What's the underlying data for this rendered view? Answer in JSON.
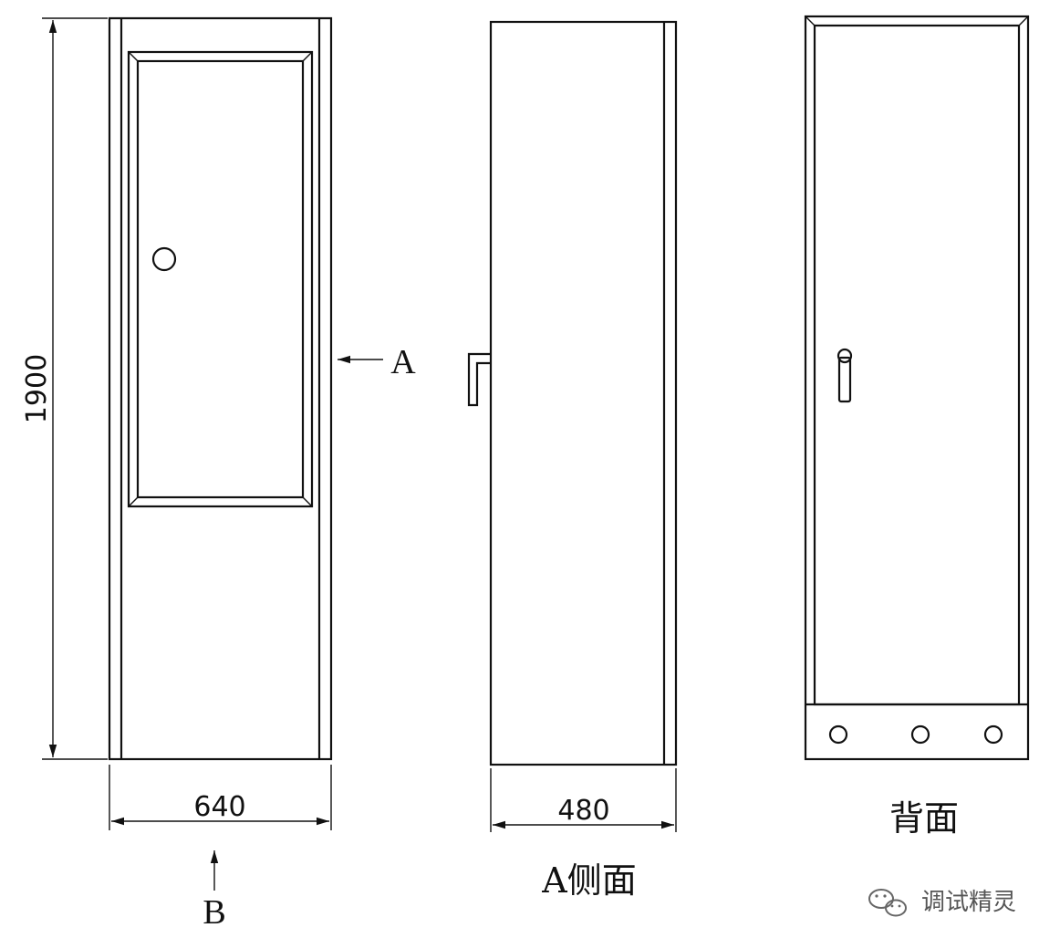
{
  "front_view": {
    "height_dim": "1900",
    "width_dim": "640",
    "arrow_a_label": "A",
    "arrow_b_label": "B"
  },
  "side_view": {
    "width_dim": "480",
    "caption": "A侧面"
  },
  "back_view": {
    "caption": "背面"
  },
  "watermark": {
    "text": "调试精灵",
    "icon": "wechat-icon"
  }
}
